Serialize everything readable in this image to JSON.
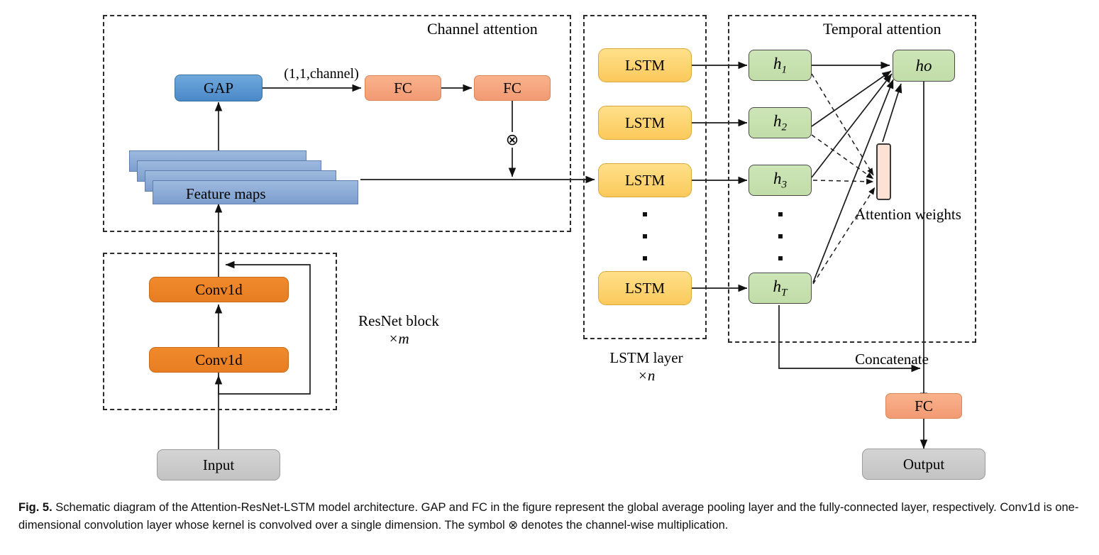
{
  "figure": {
    "label": "Fig. 5.",
    "caption": " Schematic diagram of the Attention-ResNet-LSTM model architecture. GAP and FC in the figure represent the global average pooling layer and the fully-connected layer, respectively. Conv1d is one-dimensional convolution layer whose kernel is convolved over a single dimension. The symbol ⊗ denotes the channel-wise multiplication."
  },
  "groups": {
    "channel_attention": {
      "title": "Channel attention"
    },
    "resnet_block": {
      "title": "ResNet block",
      "multiplier": "×m"
    },
    "lstm_layer": {
      "title": "LSTM layer",
      "multiplier": "×n"
    },
    "temporal_attention": {
      "title": "Temporal attention"
    }
  },
  "nodes": {
    "input": "Input",
    "conv1d_bottom": "Conv1d",
    "conv1d_top": "Conv1d",
    "gap": "GAP",
    "fc1": "FC",
    "fc2": "FC",
    "feature_maps": "Feature maps",
    "fc_out": "FC",
    "output": "Output",
    "ho": "ho",
    "attention_weights": "Attention weights"
  },
  "lstm_cells": [
    {
      "label": "LSTM"
    },
    {
      "label": "LSTM"
    },
    {
      "label": "LSTM"
    },
    {
      "label": "LSTM"
    }
  ],
  "hidden_states": [
    {
      "base": "h",
      "sub": "1"
    },
    {
      "base": "h",
      "sub": "2"
    },
    {
      "base": "h",
      "sub": "3"
    },
    {
      "base": "h",
      "sub": "T"
    }
  ],
  "edge_labels": {
    "gap_to_fc": "(1,1,channel)",
    "multiply_symbol": "⊗",
    "concatenate": "Concatenate"
  },
  "colors": {
    "gap_blue": "#5B9BD5",
    "fc_salmon": "#F4A582",
    "conv_orange": "#ED7D31",
    "io_gray": "#C9C9C9",
    "lstm_amber": "#FFD966",
    "hidden_green": "#C5E0B4",
    "feature_map_blue": "#8FAADC",
    "attention_peach": "#FBE2D5",
    "line_black": "#1a1a1a"
  },
  "chart_data": {
    "type": "diagram",
    "title": "Attention-ResNet-LSTM model architecture",
    "flow": [
      "Input → ResNet block (Conv1d → Conv1d, with residual skip) → Feature maps",
      "Feature maps → GAP → (1,1,channel) → FC → FC → ⊗ channel-wise multiply with Feature maps",
      "Channel attention output → LSTM layer (×n) → hidden states h1, h2, h3, ..., hT",
      "Hidden states → Attention weights → ho (context vector)",
      "ho + hT → Concatenate → FC → Output"
    ]
  }
}
